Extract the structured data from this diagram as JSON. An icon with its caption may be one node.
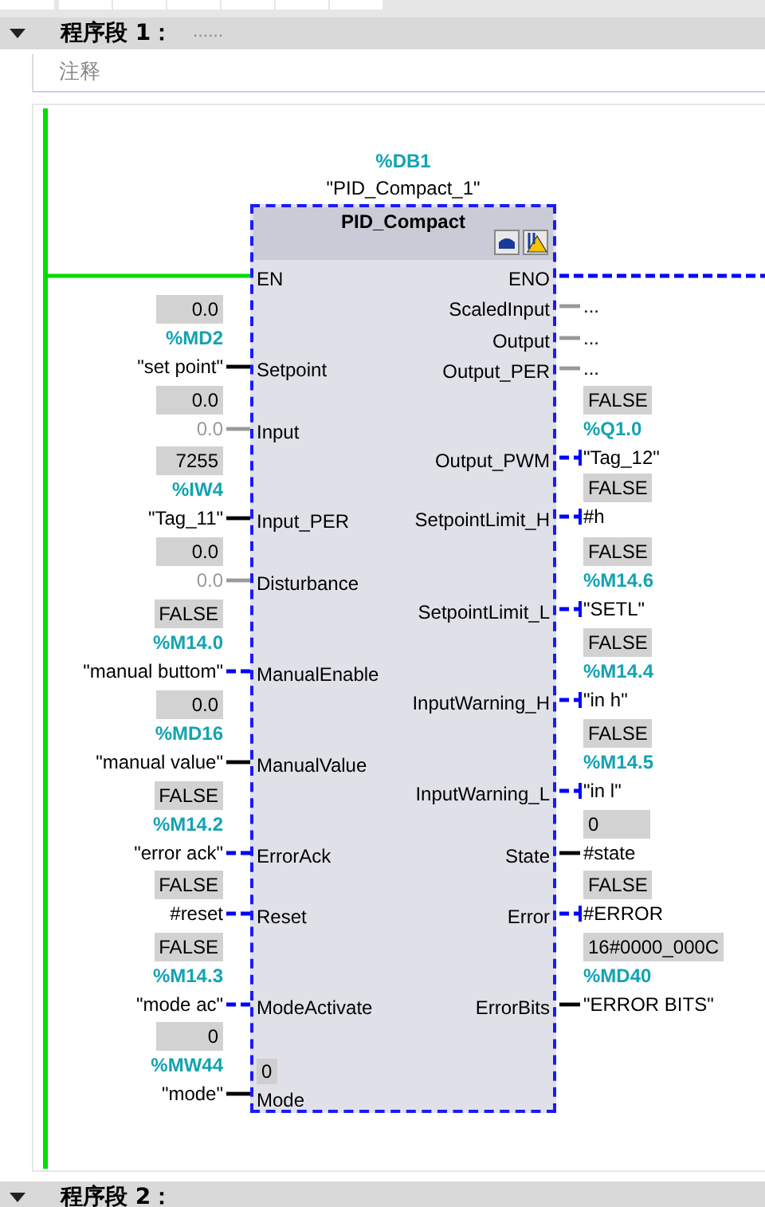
{
  "diagram": {
    "nodes": [
      {
        "text": [],
        "shape": "bar"
      },
      {
        "text": [
          "PID_Compact"
        ],
        "beside": [
          "%DB1",
          "\"PID_Compact_1\""
        ]
      },
      {
        "text": [
          "EN"
        ],
        "in": 1
      },
      {
        "text": [
          "Setpoint"
        ],
        "in": 1
      },
      {
        "text": [
          "Input"
        ],
        "in": 1
      },
      {
        "text": [
          "Input_PER"
        ],
        "in": 1
      },
      {
        "text": [
          "Disturbance"
        ],
        "in": 1
      },
      {
        "text": [
          "ManualEnable"
        ],
        "in": 1
      },
      {
        "text": [
          "ManualValue"
        ],
        "in": 1
      },
      {
        "text": [
          "ErrorAck"
        ],
        "in": 1
      },
      {
        "text": [
          "Reset"
        ],
        "in": 1
      },
      {
        "text": [
          "ModeActivate"
        ],
        "in": 1
      },
      {
        "text": [
          "0",
          "Mode"
        ],
        "in": 1
      },
      {
        "text": [
          "ENO"
        ],
        "in": 1
      },
      {
        "text": [
          "ScaledInput"
        ],
        "in": 1
      },
      {
        "text": [
          "Output"
        ],
        "in": 1
      },
      {
        "text": [
          "Output_PER"
        ],
        "in": 1
      },
      {
        "text": [
          "Output_PWM"
        ],
        "in": 1
      },
      {
        "text": [
          "SetpointLimit_H"
        ],
        "in": 1
      },
      {
        "text": [
          "SetpointLimit_L"
        ],
        "in": 1
      },
      {
        "text": [
          "InputWarning_H"
        ],
        "in": 1
      },
      {
        "text": [
          "InputWarning_L"
        ],
        "in": 1
      },
      {
        "text": [
          "State"
        ],
        "in": 1
      },
      {
        "text": [
          "Error"
        ],
        "in": 1
      },
      {
        "text": [
          "ErrorBits"
        ],
        "in": 1
      },
      {
        "text": [
          "0.0",
          "%MD2",
          "\"set point\""
        ]
      },
      {
        "text": [
          "0.0",
          "0.0"
        ]
      },
      {
        "text": [
          "7255",
          "%IW4",
          "\"Tag_11\""
        ]
      },
      {
        "text": [
          "0.0",
          "0.0"
        ]
      },
      {
        "text": [
          "FALSE",
          "%M14.0",
          "\"manual buttom\""
        ]
      },
      {
        "text": [
          "0.0",
          "%MD16",
          "\"manual value\""
        ]
      },
      {
        "text": [
          "FALSE",
          "%M14.2",
          "\"error ack\""
        ]
      },
      {
        "text": [
          "FALSE",
          "#reset"
        ]
      },
      {
        "text": [
          "FALSE",
          "%M14.3",
          "\"mode ac\""
        ]
      },
      {
        "text": [
          "0",
          "%MW44",
          "\"mode\""
        ]
      },
      {
        "text": [
          "..."
        ]
      },
      {
        "text": [
          "..."
        ]
      },
      {
        "text": [
          "..."
        ]
      },
      {
        "text": [
          "FALSE",
          "%Q1.0",
          "\"Tag_12\""
        ]
      },
      {
        "text": [
          "FALSE",
          "#h"
        ]
      },
      {
        "text": [
          "FALSE",
          "%M14.6",
          "\"SETL\""
        ]
      },
      {
        "text": [
          "FALSE",
          "%M14.4",
          "\"in h\""
        ]
      },
      {
        "text": [
          "FALSE",
          "%M14.5",
          "\"in l\""
        ]
      },
      {
        "text": [
          "0",
          "#state"
        ]
      },
      {
        "text": [
          "FALSE",
          "#ERROR"
        ]
      },
      {
        "text": [
          "16#0000_000C",
          "%MD40",
          "\"ERROR BITS\""
        ]
      }
    ],
    "edges": [
      {
        "from": 0,
        "to": 2,
        "arrow": "none",
        "color": "#00dd00"
      },
      {
        "from": 25,
        "to": 3,
        "arrow": "none",
        "color": "#000000"
      },
      {
        "from": 26,
        "to": 4,
        "arrow": "none",
        "color": "#999999"
      },
      {
        "from": 27,
        "to": 5,
        "arrow": "none",
        "color": "#000000"
      },
      {
        "from": 28,
        "to": 6,
        "arrow": "none",
        "color": "#999999"
      },
      {
        "from": 29,
        "to": 7,
        "arrow": "none",
        "style": "dashed",
        "color": "#0000ff"
      },
      {
        "from": 30,
        "to": 8,
        "arrow": "none",
        "color": "#000000"
      },
      {
        "from": 31,
        "to": 9,
        "arrow": "none",
        "style": "dashed",
        "color": "#0000ff"
      },
      {
        "from": 32,
        "to": 10,
        "arrow": "none",
        "style": "dashed",
        "color": "#0000ff"
      },
      {
        "from": 33,
        "to": 11,
        "arrow": "none",
        "style": "dashed",
        "color": "#0000ff"
      },
      {
        "from": 34,
        "to": 12,
        "arrow": "none",
        "color": "#000000"
      },
      {
        "from": 13,
        "to": null,
        "arrow": "none",
        "style": "dashed",
        "color": "#0000ff"
      },
      {
        "from": 14,
        "to": 35,
        "arrow": "none",
        "color": "#999999"
      },
      {
        "from": 15,
        "to": 36,
        "arrow": "none",
        "color": "#999999"
      },
      {
        "from": 16,
        "to": 37,
        "arrow": "none",
        "color": "#999999"
      },
      {
        "from": 17,
        "to": 38,
        "arrow": "other",
        "style": "dashed",
        "color": "#0000ff"
      },
      {
        "from": 18,
        "to": 39,
        "arrow": "other",
        "style": "dashed",
        "color": "#0000ff"
      },
      {
        "from": 19,
        "to": 40,
        "arrow": "other",
        "style": "dashed",
        "color": "#0000ff"
      },
      {
        "from": 20,
        "to": 41,
        "arrow": "other",
        "style": "dashed",
        "color": "#0000ff"
      },
      {
        "from": 21,
        "to": 42,
        "arrow": "other",
        "style": "dashed",
        "color": "#0000ff"
      },
      {
        "from": 22,
        "to": 43,
        "arrow": "none",
        "color": "#000000"
      },
      {
        "from": 23,
        "to": 44,
        "arrow": "other",
        "style": "dashed",
        "color": "#0000ff"
      },
      {
        "from": 24,
        "to": 45,
        "arrow": "none",
        "color": "#000000"
      }
    ],
    "labels": [
      "程序段 1：",
      "......",
      "注释",
      "程序段 2："
    ]
  }
}
